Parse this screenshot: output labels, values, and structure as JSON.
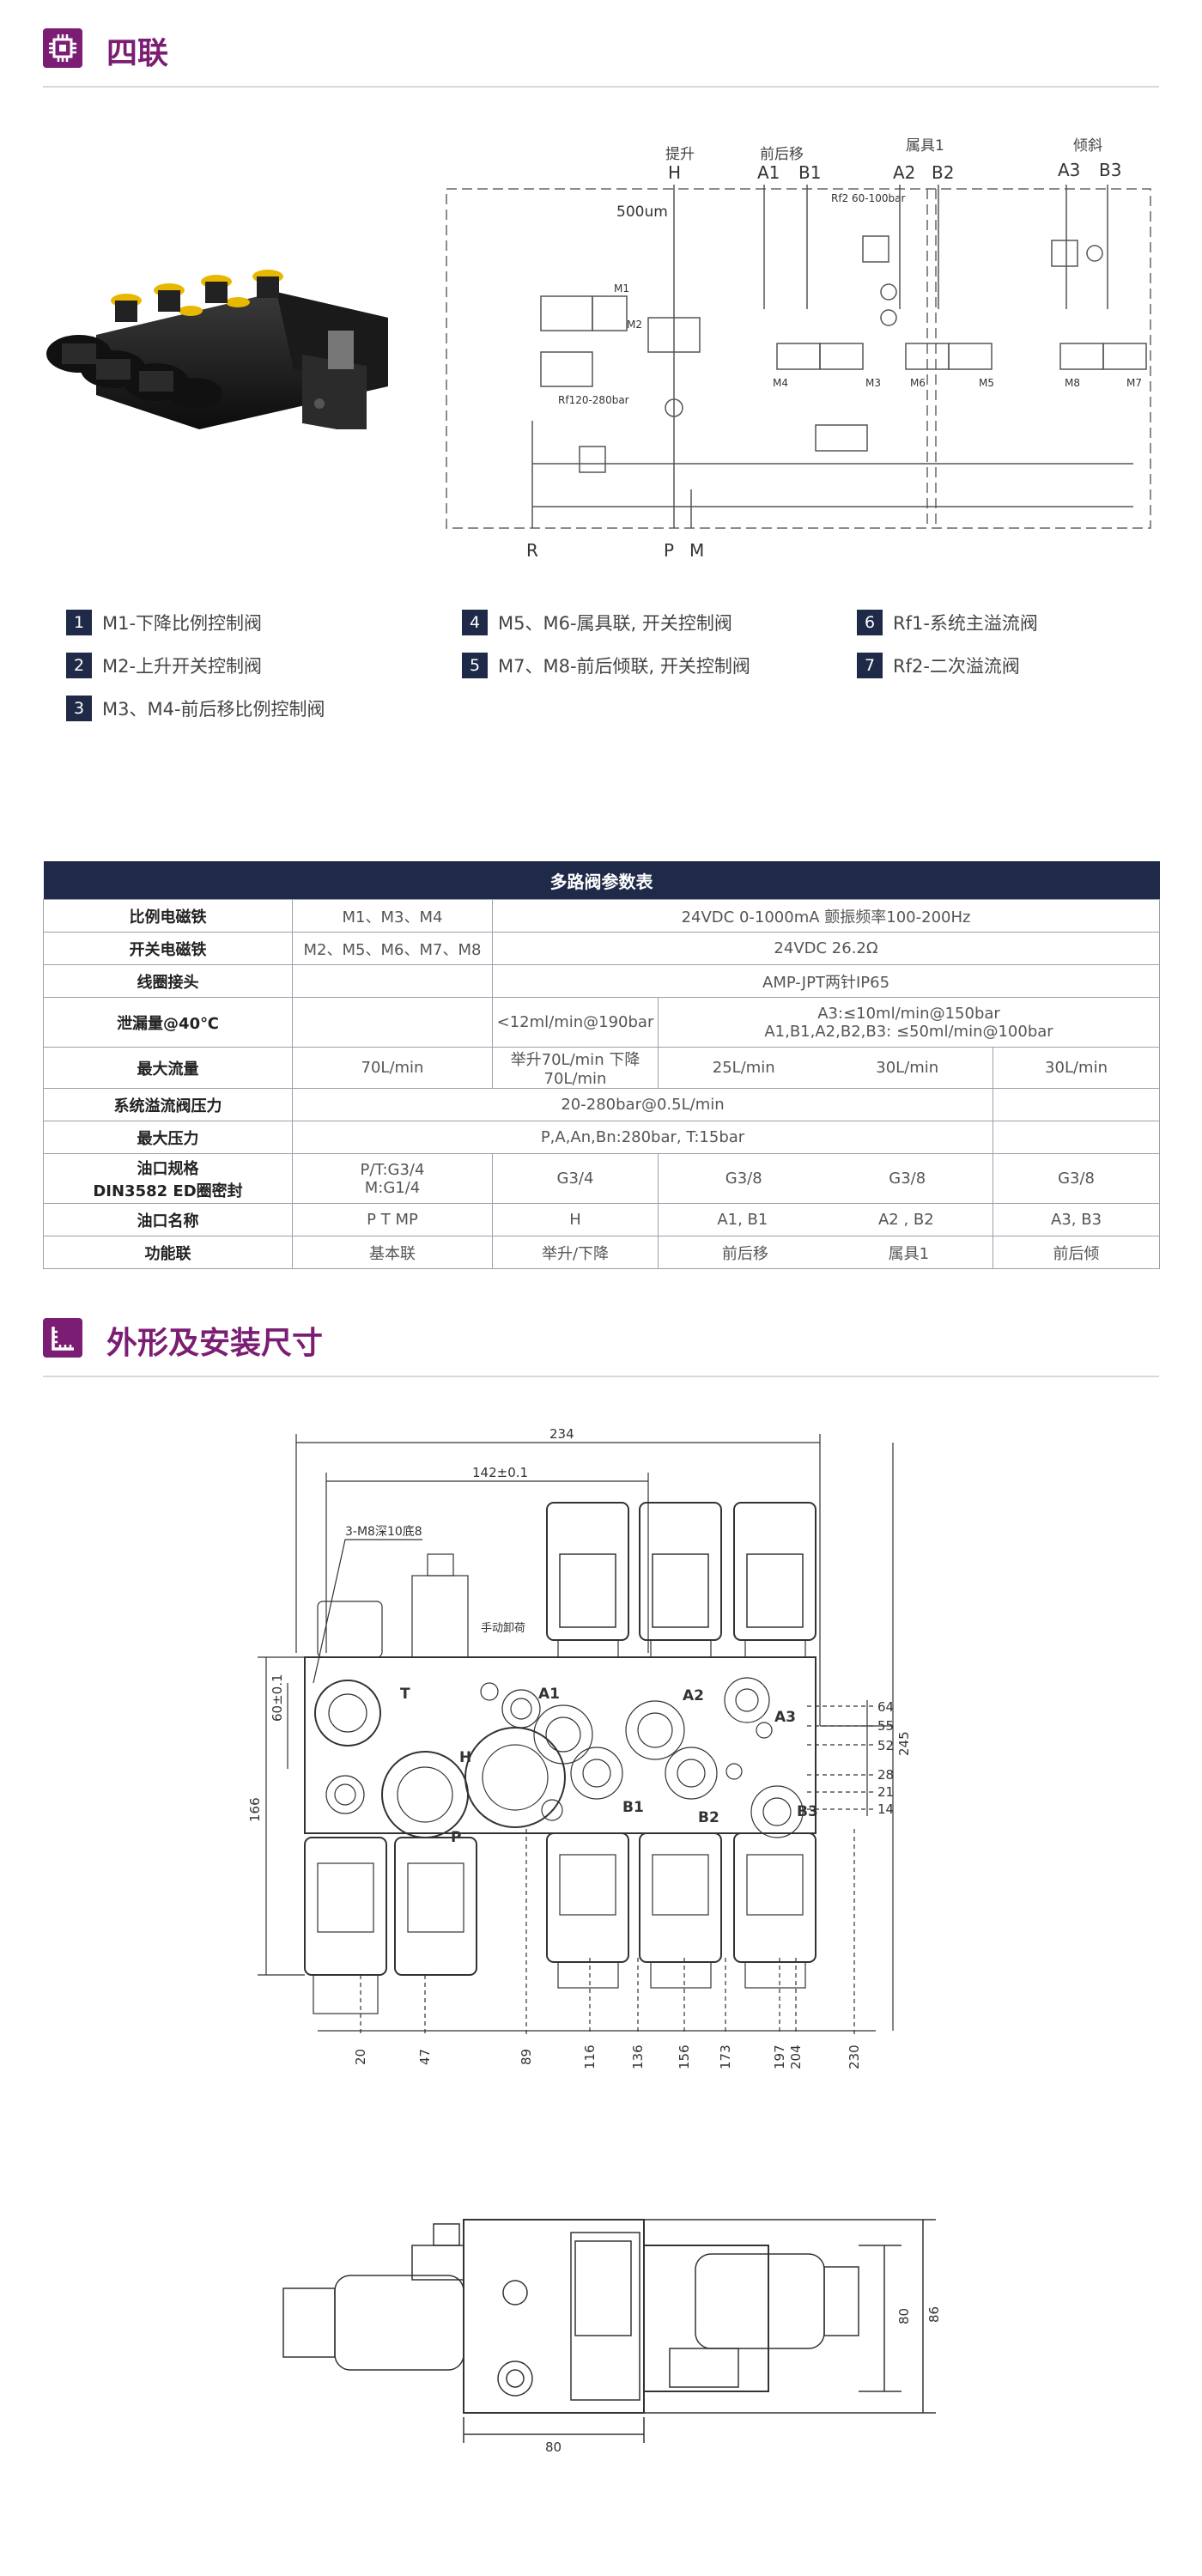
{
  "section1": {
    "title": "四联"
  },
  "section2": {
    "title": "外形及安装尺寸"
  },
  "schematic": {
    "port_groups": [
      "提升",
      "前后移",
      "属具1",
      "倾斜"
    ],
    "ports": [
      "H",
      "A1",
      "B1",
      "A2",
      "B2",
      "A3",
      "B3",
      "R",
      "P",
      "M"
    ],
    "flow_label": "500um",
    "rf1_label": "Rf120-280bar",
    "rf2_label": "Rf2 60-100bar",
    "valves": [
      "M1",
      "M2",
      "M4",
      "M3",
      "M6",
      "M5",
      "M8",
      "M7"
    ]
  },
  "legend": [
    {
      "num": "1",
      "text": "M1-下降比例控制阀"
    },
    {
      "num": "2",
      "text": "M2-上升开关控制阀"
    },
    {
      "num": "3",
      "text": "M3、M4-前后移比例控制阀"
    },
    {
      "num": "4",
      "text": "M5、M6-属具联, 开关控制阀"
    },
    {
      "num": "5",
      "text": "M7、M8-前后倾联, 开关控制阀"
    },
    {
      "num": "6",
      "text": "Rf1-系统主溢流阀"
    },
    {
      "num": "7",
      "text": "Rf2-二次溢流阀"
    }
  ],
  "table": {
    "title": "多路阀参数表",
    "rows": {
      "r1": {
        "label": "比例电磁铁",
        "c1": "M1、M3、M4",
        "c2": "24VDC    0-1000mA    颤振频率100-200Hz"
      },
      "r2": {
        "label": "开关电磁铁",
        "c1": "M2、M5、M6、M7、M8",
        "c2": "24VDC    26.2Ω"
      },
      "r3": {
        "label": "线圈接头",
        "c1": "",
        "c2": "AMP-JPT两针IP65"
      },
      "r4": {
        "label": "泄漏量@40℃",
        "c1": "",
        "c2": "<12ml/min@190bar",
        "c3a": "A3:≤10ml/min@150bar",
        "c3b": "A1,B1,A2,B2,B3: ≤50ml/min@100bar"
      },
      "r5": {
        "label": "最大流量",
        "c1": "70L/min",
        "c2": "举升70L/min    下降70L/min",
        "c3": "25L/min",
        "c4": "30L/min",
        "c5": "30L/min"
      },
      "r6": {
        "label": "系统溢流阀压力",
        "c1": "20-280bar@0.5L/min"
      },
      "r7": {
        "label": "最大压力",
        "c1": "P,A,An,Bn:280bar,     T:15bar"
      },
      "r8": {
        "label1": "油口规格",
        "label2": "DIN3582 ED圈密封",
        "c1a": "P/T:G3/4",
        "c1b": "M:G1/4",
        "c2": "G3/4",
        "c3": "G3/8",
        "c4": "G3/8",
        "c5": "G3/8"
      },
      "r9": {
        "label": "油口名称",
        "c1": "P  T  MP",
        "c2": "H",
        "c3": "A1, B1",
        "c4": "A2 , B2",
        "c5": "A3, B3"
      },
      "r10": {
        "label": "功能联",
        "c1": "基本联",
        "c2": "举升/下降",
        "c3": "前后移",
        "c4": "属具1",
        "c5": "前后倾"
      }
    }
  },
  "drawing": {
    "top_dims": [
      "234",
      "142±0.1"
    ],
    "thread_note": "3-M8深10底8",
    "manual_label": "手动卸荷",
    "ports": [
      "T",
      "P",
      "H",
      "A1",
      "A2",
      "A3",
      "B1",
      "B2",
      "B3"
    ],
    "left_dims": [
      "60±0.1",
      "166"
    ],
    "right_dims": [
      "64",
      "55",
      "52",
      "28",
      "21",
      "14",
      "245"
    ],
    "bottom_dims": [
      "20",
      "47",
      "89",
      "116",
      "136",
      "156",
      "173",
      "197",
      "204",
      "230"
    ],
    "side_dims": [
      "80",
      "86",
      "80"
    ]
  },
  "colors": {
    "accent": "#7b1d72",
    "table_header": "#1f2a48"
  }
}
